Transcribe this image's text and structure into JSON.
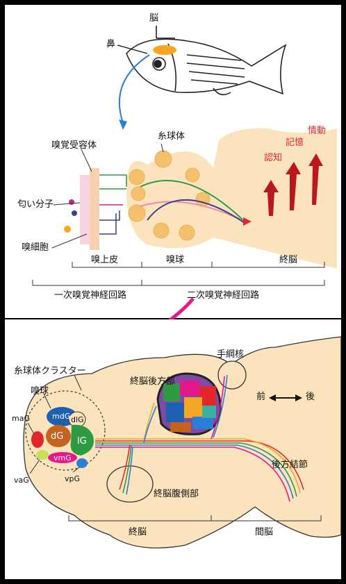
{
  "top_panel": {
    "brain": "脳",
    "nose": "鼻",
    "glomeruli": "糸球体",
    "olfactory_receptor": "嗅覚受容体",
    "odor_molecules": "匂い分子",
    "olfactory_neurons": "嗅細胞",
    "cognition": "認知",
    "memory": "記憶",
    "emotion": "情動",
    "epithelium": "嗅上皮",
    "olfactory_bulb": "嗅球",
    "telencephalon": "終脳",
    "primary_circuit": "一次嗅覚神経回路",
    "secondary_circuit": "二次嗅覚神経回路"
  },
  "bottom_panel": {
    "glomerular_cluster": "糸球体クラスター",
    "olfactory_bulb": "嗅球",
    "habenula": "手綱核",
    "dorsal_posterior": "終脳後方部",
    "anterior": "前",
    "posterior": "後",
    "posterior_tuberculum": "後方結節",
    "ventral_tel": "終脳腹側部",
    "telencephalon": "終脳",
    "diencephalon": "間脳",
    "clusters": {
      "maG": "maG",
      "mdG": "mdG",
      "dlG": "dlG",
      "dG": "dG",
      "lG": "lG",
      "vmG": "vmG",
      "vaG": "vaG",
      "vpG": "vpG"
    }
  }
}
